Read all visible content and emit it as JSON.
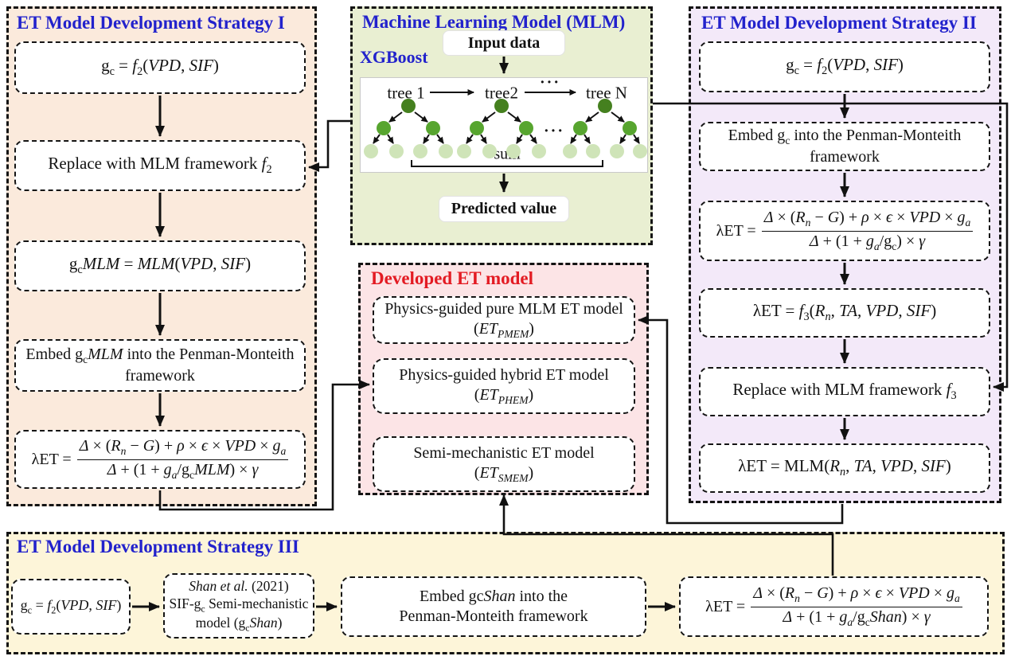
{
  "colors": {
    "title_blue": "#2222cc",
    "title_red": "#e31b23",
    "s1_bg": "#fbeadc",
    "mlm_bg": "#e9efd2",
    "s2_bg": "#f3e9f9",
    "dev_bg": "#fce4e6",
    "s3_bg": "#fdf5d9",
    "tree_root": "#45801f",
    "tree_child": "#57a52f",
    "tree_leaf": "#cfe4b8"
  },
  "strategy1": {
    "title": "ET Model Development Strategy I",
    "box_gc_html": "g<sub>c</sub> = <i>f</i><sub>2</sub>(<i>VPD</i>, <i>SIF</i>)",
    "box_replace_html": "Replace with MLM framework <i>f</i><sub>2</sub>",
    "box_gcmlm_html": "g<sub>c</sub><i>MLM</i> = <i>MLM</i>(<i>VPD</i>, <i>SIF</i>)",
    "box_embed_line1_html": "Embed g<sub>c</sub><i>MLM</i> into the Penman-Monteith",
    "box_embed_line2": "framework",
    "formula": {
      "lhs": "λET =",
      "num_html": "<i>Δ</i> × (<i>R<sub>n</sub></i> − <i>G</i>) + <i>ρ</i> × <i>ϵ</i> × <i>VPD</i> × <i>g<sub>a</sub></i>",
      "den_html": "<i>Δ</i> + (1 + <i>g<sub>a</sub></i>/g<sub>c</sub><i>MLM</i>) × <i>γ</i>"
    }
  },
  "mlm": {
    "title": "Machine Learning Model (MLM)",
    "algorithm": "XGBoost",
    "input_label": "Input data",
    "tree1_label": "tree 1",
    "tree2_label": "tree2",
    "treeN_label": "tree N",
    "dots_top": "···",
    "dots_mid": "···",
    "sum_label": "sum",
    "output_label": "Predicted value"
  },
  "strategy2": {
    "title": "ET Model Development Strategy II",
    "box_gc_html": "g<sub>c</sub> = <i>f</i><sub>2</sub>(<i>VPD</i>, <i>SIF</i>)",
    "box_embed_line1_html": "Embed g<sub>c</sub> into the Penman-Monteith",
    "box_embed_line2": "framework",
    "formula_pm": {
      "lhs": "λET =",
      "num_html": "<i>Δ</i> × (<i>R<sub>n</sub></i> − <i>G</i>) + <i>ρ</i> × <i>ϵ</i> × <i>VPD</i> × <i>g<sub>a</sub></i>",
      "den_html": "<i>Δ</i> + (1 + <i>g<sub>a</sub></i>/g<sub>c</sub>) × <i>γ</i>"
    },
    "box_f3_html": "λET = <i>f</i><sub>3</sub>(<i>R<sub>n</sub></i>, <i>TA</i>, <i>VPD</i>, <i>SIF</i>)",
    "box_replace_html": "Replace with MLM framework <i>f</i><sub>3</sub>",
    "box_mlm_html": "λET = MLM(<i>R<sub>n</sub></i>, <i>TA</i>, <i>VPD</i>, <i>SIF</i>)"
  },
  "developed": {
    "title": "Developed ET model",
    "pmem_line1": "Physics-guided pure MLM ET model",
    "pmem_line2_html": "(<i>ET<sub>PMEM</sub></i>)",
    "phem_line1": "Physics-guided hybrid ET model",
    "phem_line2_html": "(<i>ET<sub>PHEM</sub></i>)",
    "smem_line1": "Semi-mechanistic ET model",
    "smem_line2_html": "(<i>ET<sub>SMEM</sub></i>)"
  },
  "strategy3": {
    "title": "ET Model Development Strategy III",
    "box_gc_html": "g<sub>c</sub> = <i>f</i><sub>2</sub>(<i>VPD</i>, <i>SIF</i>)",
    "shan_line1_html": "<i>Shan et al.</i> (2021)",
    "shan_line2_html": "SIF-g<sub>c</sub> Semi-mechanistic",
    "shan_line3_html": "model (g<sub>c</sub><i>Shan</i>)",
    "embed_line1_html": "Embed gc<i>Shan</i> into the",
    "embed_line2": "Penman-Monteith framework",
    "formula": {
      "lhs": "λET =",
      "num_html": "<i>Δ</i> × (<i>R<sub>n</sub></i> − <i>G</i>) + <i>ρ</i> × <i>ϵ</i> × <i>VPD</i> × <i>g<sub>a</sub></i>",
      "den_html": "<i>Δ</i> + (1 + <i>g<sub>a</sub></i>/g<sub>c</sub><i>Shan</i>) × <i>γ</i>"
    }
  }
}
